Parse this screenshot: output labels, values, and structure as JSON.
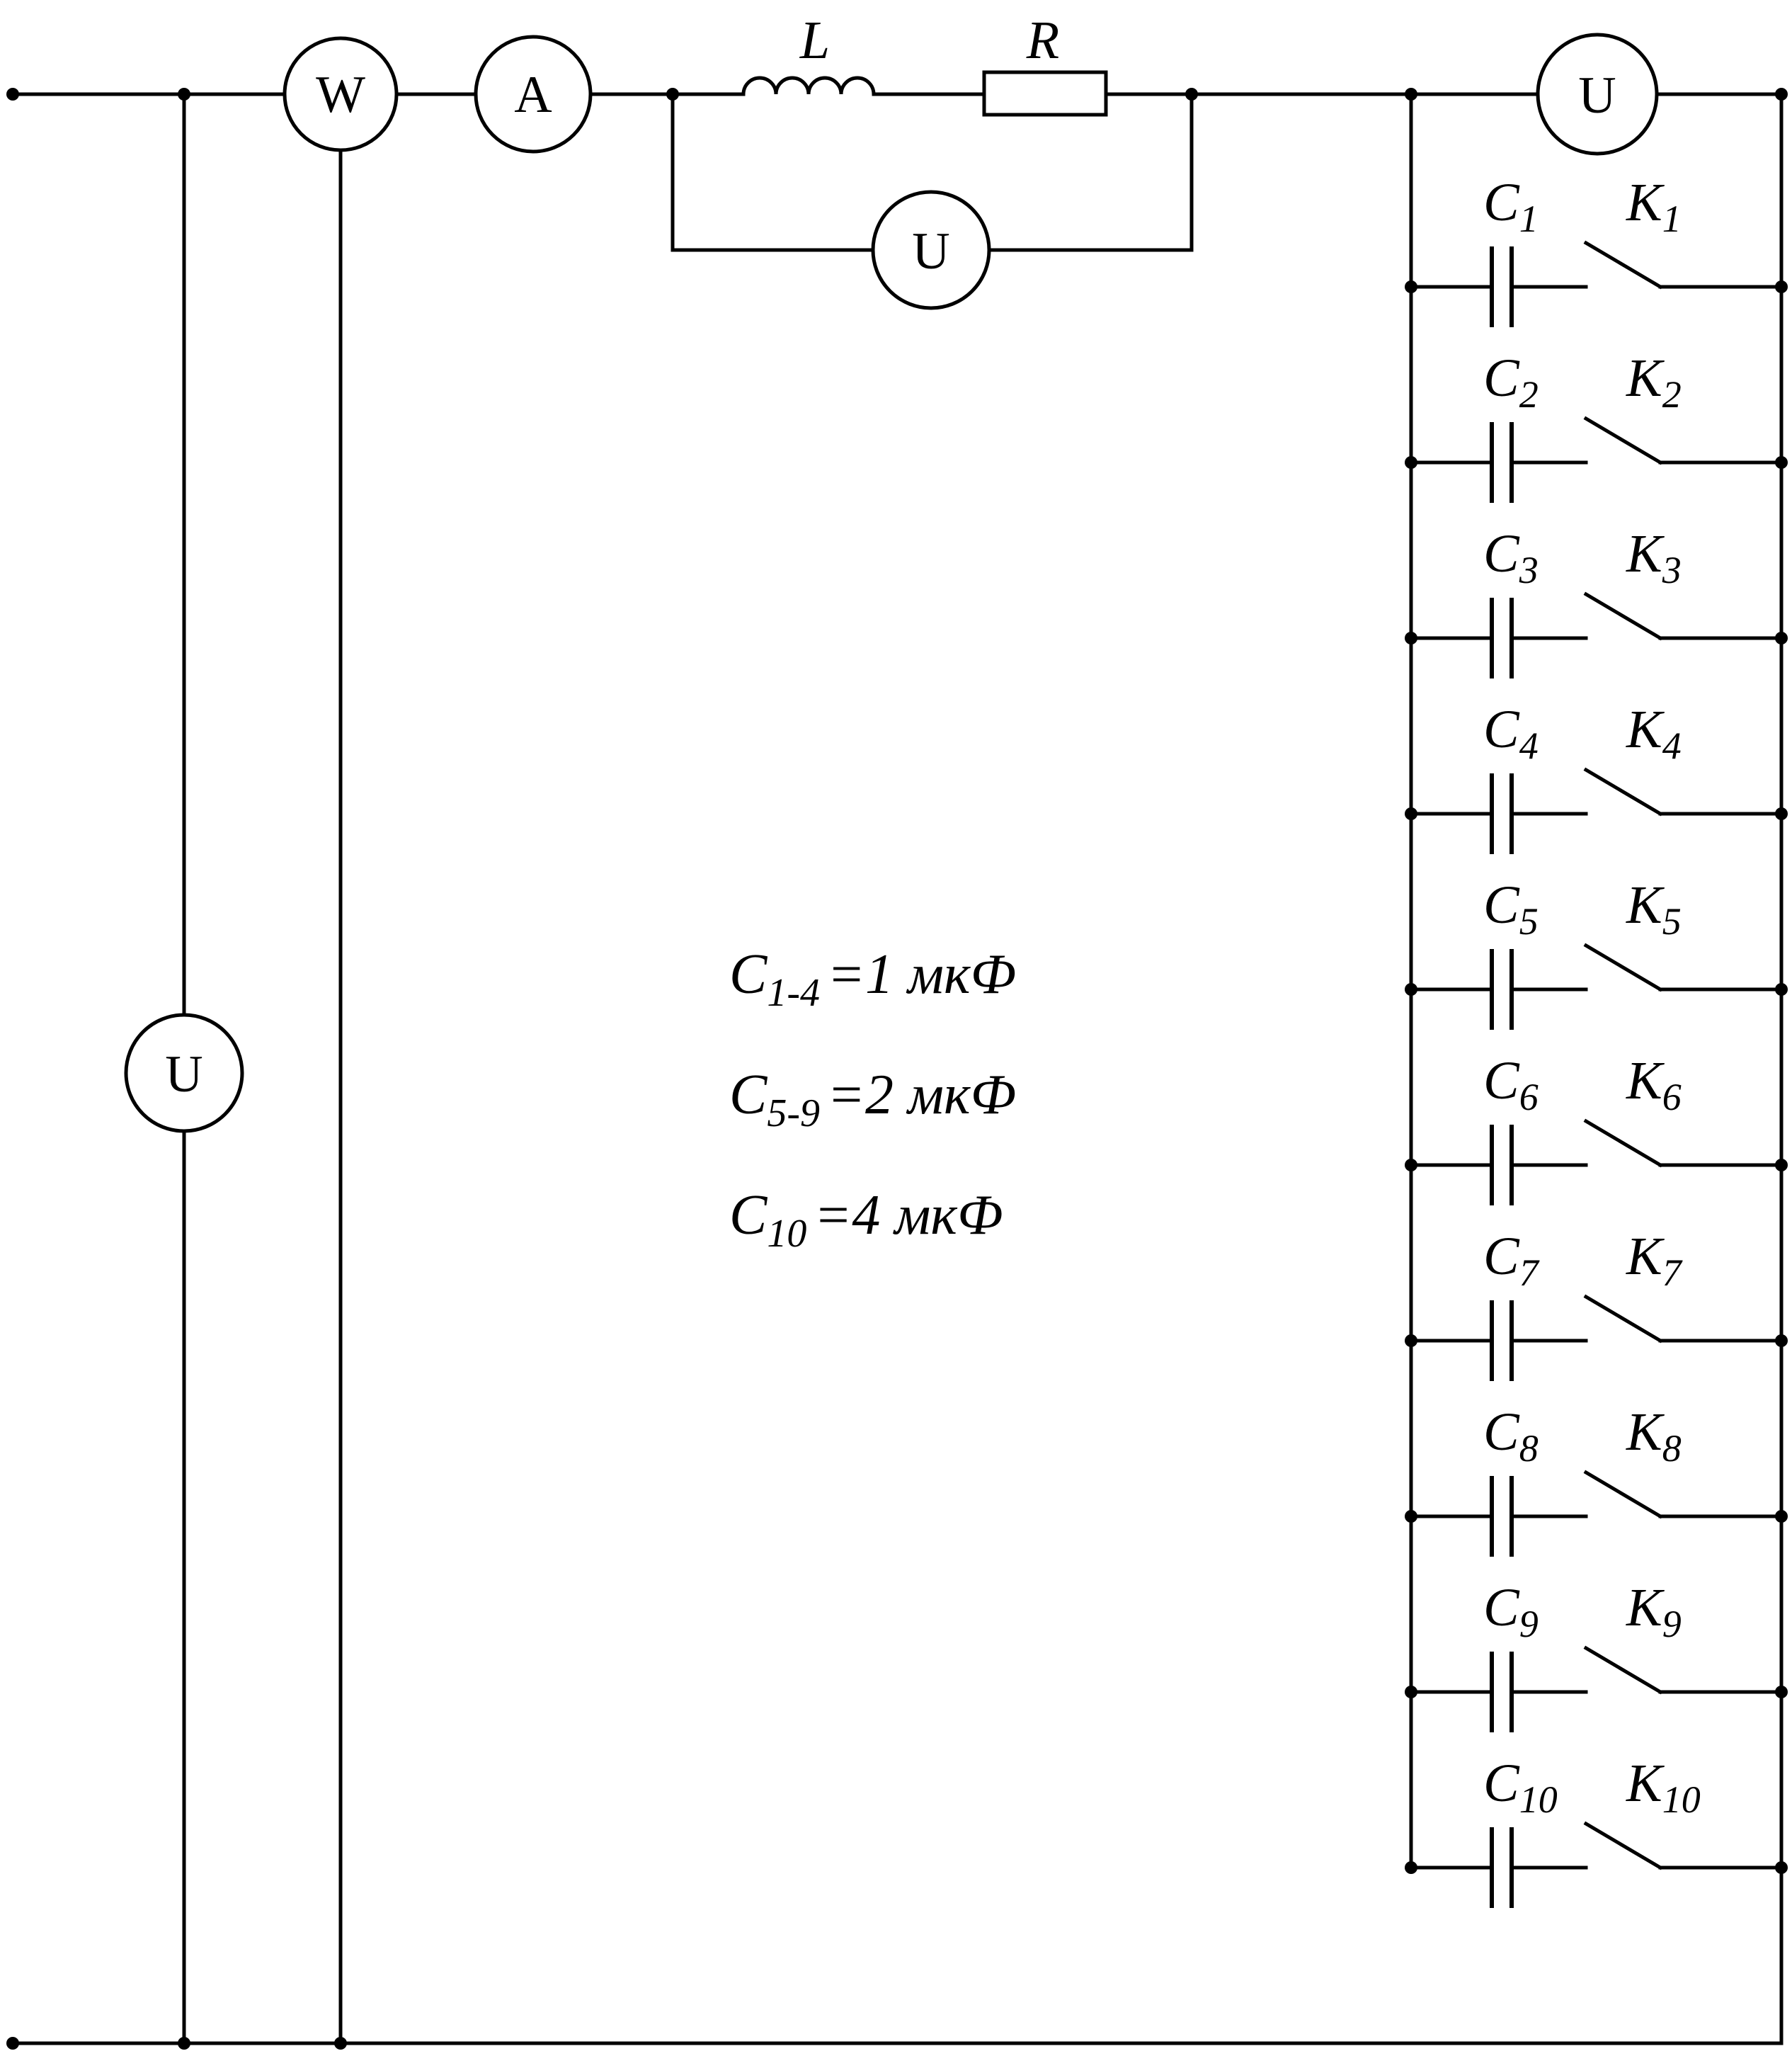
{
  "meters": {
    "wattmeter": "W",
    "ammeter": "A",
    "voltmeter_input": "U",
    "voltmeter_coil": "U",
    "voltmeter_capacitors": "U"
  },
  "coil": {
    "inductance_label": "L",
    "resistance_label": "R"
  },
  "branches": [
    {
      "cap": "C",
      "cap_sub": "1",
      "key": "K",
      "key_sub": "1"
    },
    {
      "cap": "C",
      "cap_sub": "2",
      "key": "K",
      "key_sub": "2"
    },
    {
      "cap": "C",
      "cap_sub": "3",
      "key": "K",
      "key_sub": "3"
    },
    {
      "cap": "C",
      "cap_sub": "4",
      "key": "K",
      "key_sub": "4"
    },
    {
      "cap": "C",
      "cap_sub": "5",
      "key": "K",
      "key_sub": "5"
    },
    {
      "cap": "C",
      "cap_sub": "6",
      "key": "K",
      "key_sub": "6"
    },
    {
      "cap": "C",
      "cap_sub": "7",
      "key": "K",
      "key_sub": "7"
    },
    {
      "cap": "C",
      "cap_sub": "8",
      "key": "K",
      "key_sub": "8"
    },
    {
      "cap": "C",
      "cap_sub": "9",
      "key": "K",
      "key_sub": "9"
    },
    {
      "cap": "C",
      "cap_sub": "10",
      "key": "K",
      "key_sub": "10"
    }
  ],
  "notes": [
    {
      "symbol": "C",
      "sub": "1-4",
      "value": "=1 мкФ"
    },
    {
      "symbol": "C",
      "sub": "5-9",
      "value": "=2 мкФ"
    },
    {
      "symbol": "C",
      "sub": "10",
      "value": "=4 мкФ"
    }
  ]
}
